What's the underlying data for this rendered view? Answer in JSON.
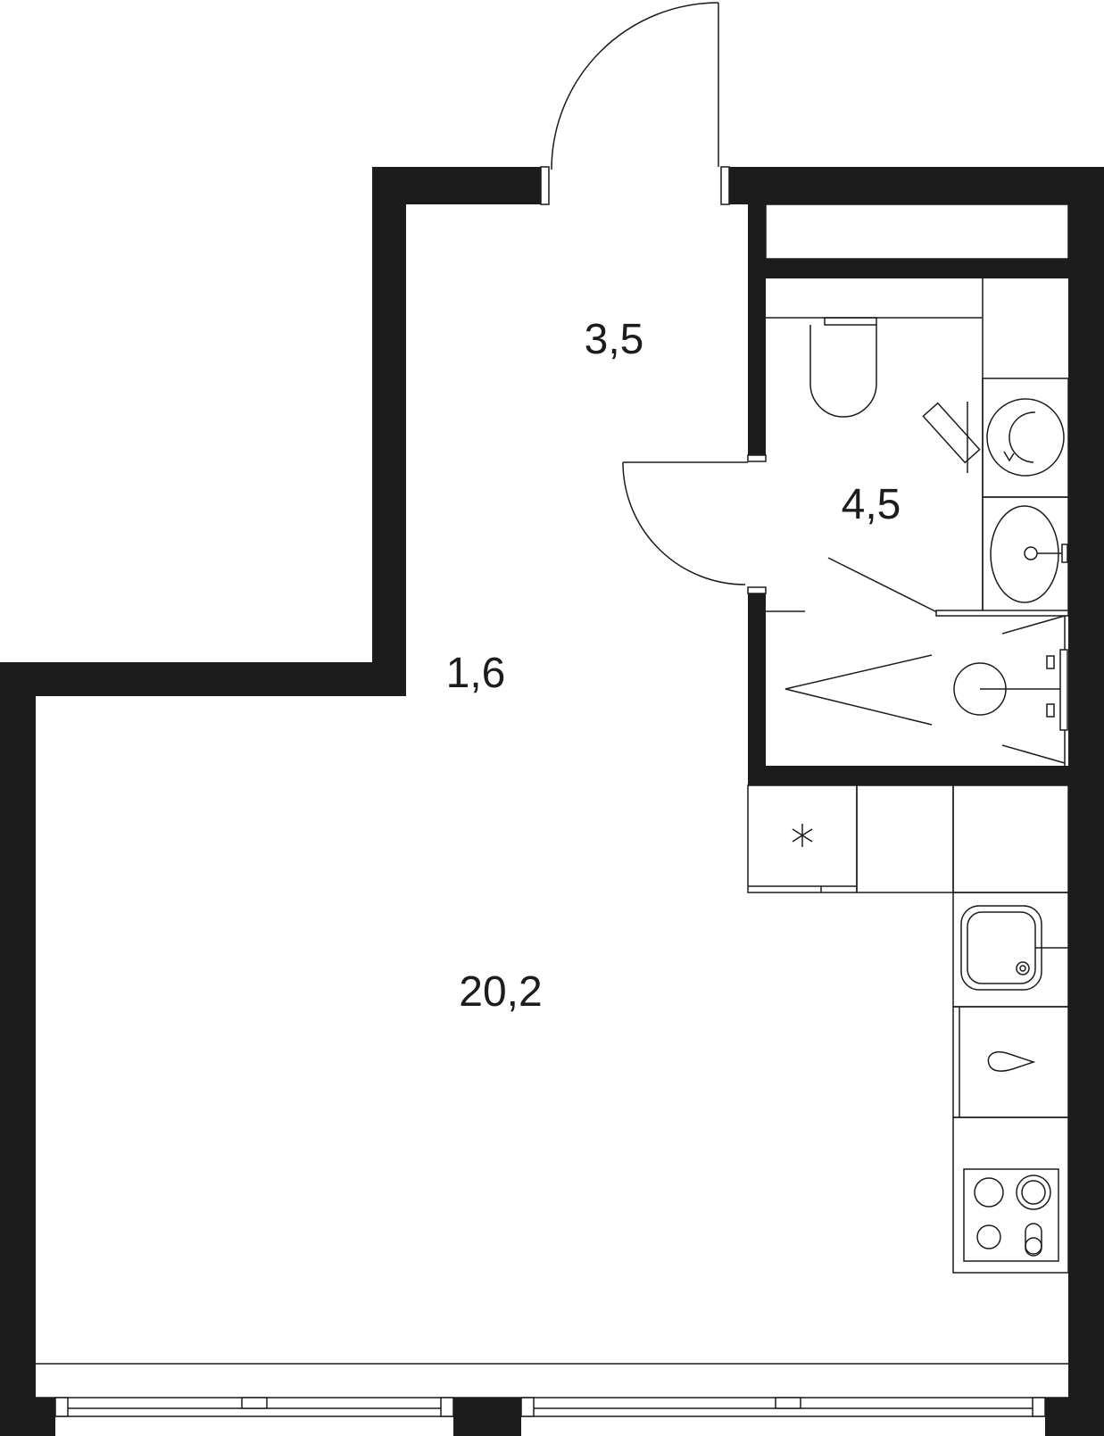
{
  "rooms": [
    {
      "id": "entry",
      "area": "3,5"
    },
    {
      "id": "corridor",
      "area": "1,6"
    },
    {
      "id": "bathroom",
      "area": "4,5"
    },
    {
      "id": "living",
      "area": "20,2"
    }
  ],
  "colors": {
    "wall": "#1c1c1c",
    "background": "#ffffff"
  }
}
